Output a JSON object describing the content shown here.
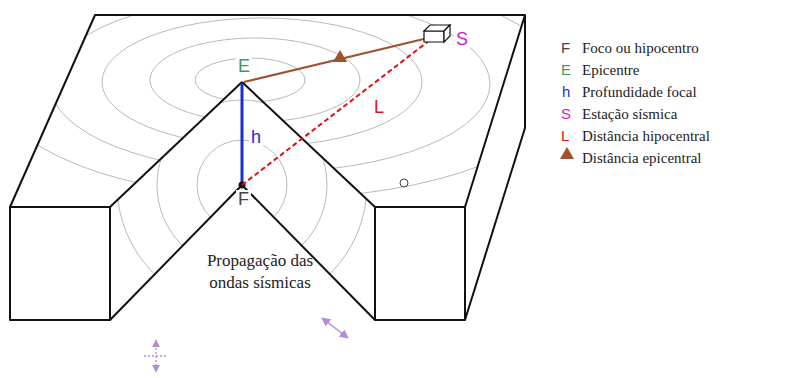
{
  "diagram": {
    "labels": [
      "E",
      "h",
      "F",
      "S",
      "L",
      "Propagação das ondas sísmicas",
      "F",
      "E",
      "h",
      "S",
      "L"
    ],
    "legend": [
      {
        "text": "Foco ou hipocentro"
      },
      {
        "text": "Epicentre"
      },
      {
        "text": "Profundidade focal"
      },
      {
        "text": "Estação sísmica"
      },
      {
        "text": "Distância hipocentral"
      },
      {
        "text": "Distância epicentral"
      }
    ]
  }
}
